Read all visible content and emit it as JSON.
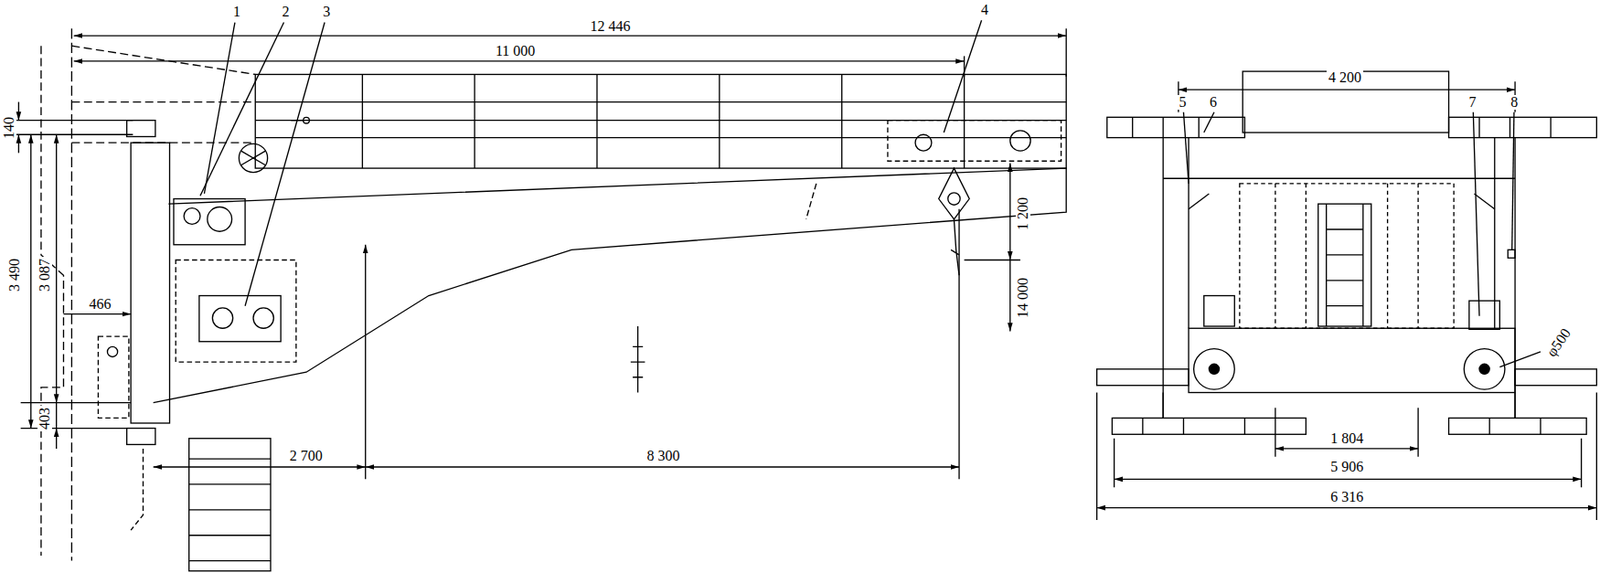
{
  "diagram": {
    "labels": [
      "1",
      "2",
      "3",
      "4",
      "5",
      "6",
      "7",
      "8",
      "12 446",
      "11 000",
      "140",
      "3 490",
      "3 087",
      "466",
      "403",
      "1 200",
      "14 000",
      "2 700",
      "8 300",
      "4 200",
      "1 804",
      "5 906",
      "6 316",
      "φ500"
    ]
  }
}
